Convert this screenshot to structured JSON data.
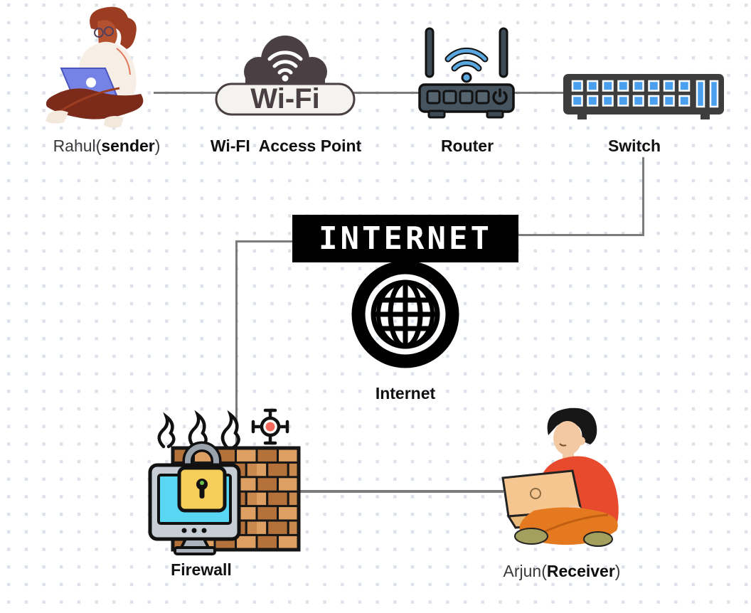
{
  "page": {
    "type": "network-topology-diagram"
  },
  "nodes": {
    "sender": {
      "name_prefix": "Rahul(",
      "name_bold": "sender",
      "name_suffix": ")"
    },
    "access_point": {
      "label": "Wi-FI  Access Point",
      "badge": "Wi-Fi"
    },
    "router": {
      "label": "Router"
    },
    "switch": {
      "label": "Switch"
    },
    "internet": {
      "banner": "INTERNET",
      "label": "Internet"
    },
    "firewall": {
      "label": "Firewall"
    },
    "receiver": {
      "name_prefix": "Arjun(",
      "name_bold": "Receiver",
      "name_suffix": ")"
    }
  },
  "edges": [
    {
      "from": "Rahul(sender)",
      "to": "Wi-FI Access Point"
    },
    {
      "from": "Wi-FI Access Point",
      "to": "Router"
    },
    {
      "from": "Router",
      "to": "Switch"
    },
    {
      "from": "Switch",
      "to": "Internet"
    },
    {
      "from": "Internet",
      "to": "Firewall"
    },
    {
      "from": "Firewall",
      "to": "Arjun(Receiver)"
    }
  ],
  "icons": [
    "sender-person-illustration",
    "wifi-cloud-icon",
    "router-icon",
    "switch-icon",
    "internet-banner",
    "globe-icon",
    "firewall-icon",
    "receiver-person-illustration"
  ],
  "colors": {
    "background": "#ffffff",
    "grid_dot": "#dde1e9",
    "connector": "#7b7b7b",
    "banner_bg": "#000000",
    "banner_text": "#ffffff",
    "wifi_dark": "#4a4043",
    "router_body": "#46545f",
    "router_blue": "#5aa7e0",
    "switch_body": "#3d3d3d",
    "switch_port_blue": "#4aa0ee",
    "brick_brown": "#b5713a",
    "brick_tan": "#dd9f62",
    "lock_yellow": "#f6cd58",
    "screen_cyan": "#59d7f2",
    "virus_red": "#f4695c",
    "sweater_red": "#e84a2e",
    "pants_orange": "#e5791f",
    "laptop_blue": "#7583e6",
    "laptop_tan": "#f5c690"
  }
}
